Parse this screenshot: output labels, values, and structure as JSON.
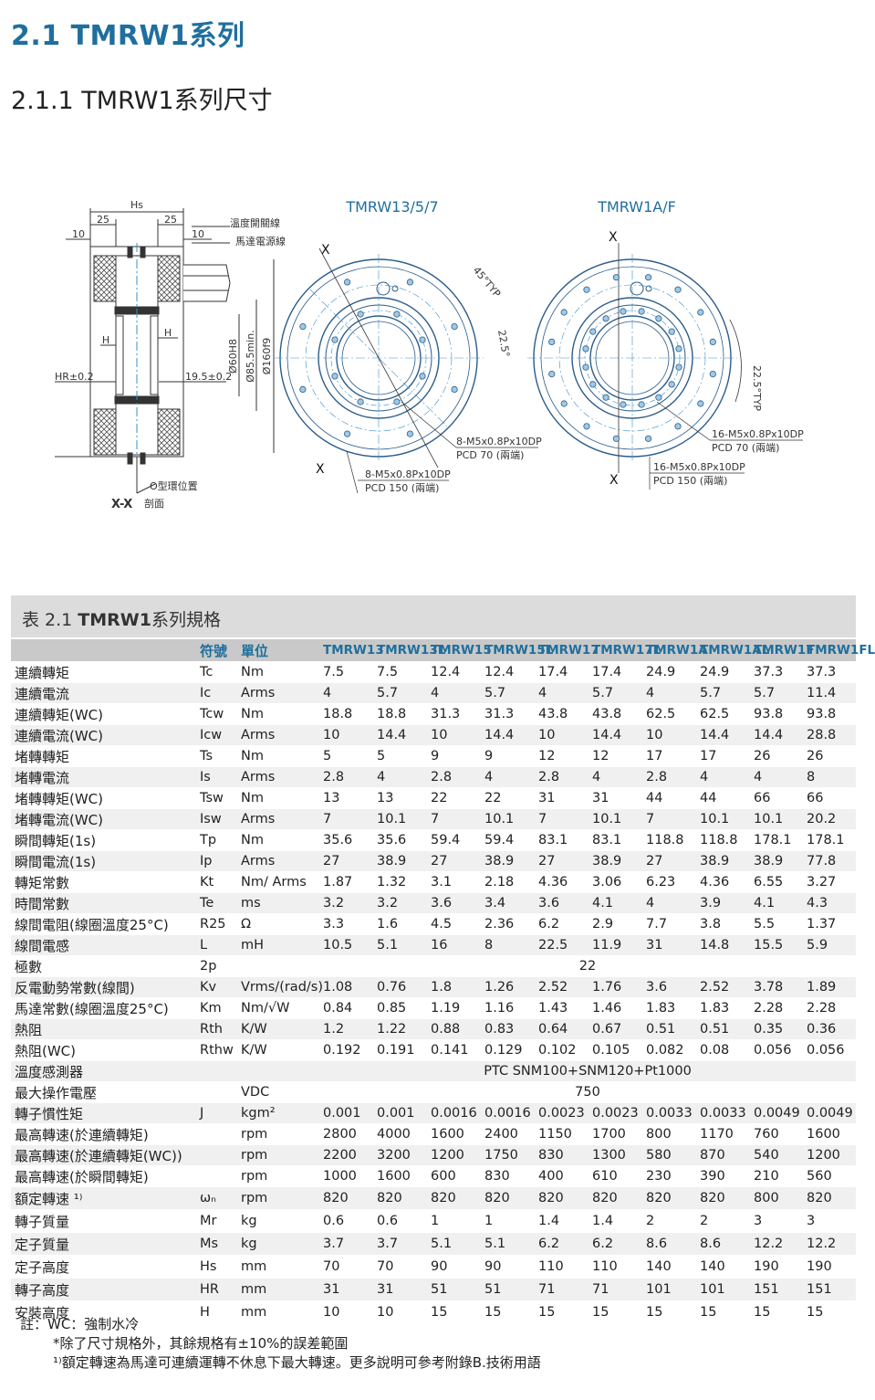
{
  "titles": {
    "section": "2.1  TMRW1系列",
    "subsection": "2.1.1 TMRW1系列尺寸"
  },
  "drawing": {
    "section_view": {
      "hs_label": "Hs",
      "dim_25_left": "25",
      "dim_25_right": "25",
      "dim_10_left": "10",
      "dim_10_right": "10",
      "thermal_wire": "溫度開關線",
      "power_wire": "馬達電源線",
      "h_left": "H",
      "h_right": "H",
      "hr_label": "HR±0.2",
      "dim_195": "19.5±0.2",
      "dia_60": "Ø60H8",
      "dia_855": "Ø85.5min.",
      "dia_160": "Ø160f9",
      "oring": "O型環位置",
      "section_label": "X-X",
      "section_sub": "剖面"
    },
    "view1": {
      "title": "TMRW13/5/7",
      "angle1": "45°TYP",
      "angle2": "22.5°",
      "x_top": "X",
      "x_bottom": "X",
      "callout_inner_1": "8-M5x0.8Px10DP",
      "callout_inner_2": "PCD 70 (兩端)",
      "callout_outer_1": "8-M5x0.8Px10DP",
      "callout_outer_2": "PCD 150 (兩端)"
    },
    "view2": {
      "title": "TMRW1A/F",
      "angle": "22.5°TYP",
      "x_top": "X",
      "x_bottom": "X",
      "callout_inner_1": "16-M5x0.8Px10DP",
      "callout_inner_2": "PCD 70 (兩端)",
      "callout_outer_1": "16-M5x0.8Px10DP",
      "callout_outer_2": "PCD 150 (兩端)"
    }
  },
  "table": {
    "caption_prefix": "表 2.1 ",
    "caption_bold": "TMRW1",
    "caption_suffix": "系列規格",
    "head_symbol": "符號",
    "head_unit": "單位",
    "models": [
      "TMRW13",
      "TMRW13L",
      "TMRW15",
      "TMRW15L",
      "TMRW17",
      "TMRW17L",
      "TMRW1A",
      "TMRW1AL",
      "TMRW1F",
      "TMRW1FL"
    ],
    "rows": [
      {
        "name": "連續轉矩",
        "sym": "Tc",
        "unit": "Nm",
        "vals": [
          "7.5",
          "7.5",
          "12.4",
          "12.4",
          "17.4",
          "17.4",
          "24.9",
          "24.9",
          "37.3",
          "37.3"
        ]
      },
      {
        "name": "連續電流",
        "sym": "Ic",
        "unit": "Arms",
        "vals": [
          "4",
          "5.7",
          "4",
          "5.7",
          "4",
          "5.7",
          "4",
          "5.7",
          "5.7",
          "11.4"
        ]
      },
      {
        "name": "連續轉矩(WC)",
        "sym": "Tcw",
        "unit": "Nm",
        "vals": [
          "18.8",
          "18.8",
          "31.3",
          "31.3",
          "43.8",
          "43.8",
          "62.5",
          "62.5",
          "93.8",
          "93.8"
        ]
      },
      {
        "name": "連續電流(WC)",
        "sym": "Icw",
        "unit": "Arms",
        "vals": [
          "10",
          "14.4",
          "10",
          "14.4",
          "10",
          "14.4",
          "10",
          "14.4",
          "14.4",
          "28.8"
        ]
      },
      {
        "name": "堵轉轉矩",
        "sym": "Ts",
        "unit": "Nm",
        "vals": [
          "5",
          "5",
          "9",
          "9",
          "12",
          "12",
          "17",
          "17",
          "26",
          "26"
        ]
      },
      {
        "name": "堵轉電流",
        "sym": "Is",
        "unit": "Arms",
        "vals": [
          "2.8",
          "4",
          "2.8",
          "4",
          "2.8",
          "4",
          "2.8",
          "4",
          "4",
          "8"
        ]
      },
      {
        "name": "堵轉轉矩(WC)",
        "sym": "Tsw",
        "unit": "Nm",
        "vals": [
          "13",
          "13",
          "22",
          "22",
          "31",
          "31",
          "44",
          "44",
          "66",
          "66"
        ]
      },
      {
        "name": "堵轉電流(WC)",
        "sym": "Isw",
        "unit": "Arms",
        "vals": [
          "7",
          "10.1",
          "7",
          "10.1",
          "7",
          "10.1",
          "7",
          "10.1",
          "10.1",
          "20.2"
        ]
      },
      {
        "name": "瞬間轉矩(1s)",
        "sym": "Tp",
        "unit": "Nm",
        "vals": [
          "35.6",
          "35.6",
          "59.4",
          "59.4",
          "83.1",
          "83.1",
          "118.8",
          "118.8",
          "178.1",
          "178.1"
        ]
      },
      {
        "name": "瞬間電流(1s)",
        "sym": "Ip",
        "unit": "Arms",
        "vals": [
          "27",
          "38.9",
          "27",
          "38.9",
          "27",
          "38.9",
          "27",
          "38.9",
          "38.9",
          "77.8"
        ]
      },
      {
        "name": "轉矩常數",
        "sym": "Kt",
        "unit": "Nm/ Arms",
        "vals": [
          "1.87",
          "1.32",
          "3.1",
          "2.18",
          "4.36",
          "3.06",
          "6.23",
          "4.36",
          "6.55",
          "3.27"
        ]
      },
      {
        "name": "時間常數",
        "sym": "Te",
        "unit": "ms",
        "vals": [
          "3.2",
          "3.2",
          "3.6",
          "3.4",
          "3.6",
          "4.1",
          "4",
          "3.9",
          "4.1",
          "4.3"
        ]
      },
      {
        "name": "線間電阻(線圈溫度25°C)",
        "sym": "R25",
        "unit": "Ω",
        "vals": [
          "3.3",
          "1.6",
          "4.5",
          "2.36",
          "6.2",
          "2.9",
          "7.7",
          "3.8",
          "5.5",
          "1.37"
        ]
      },
      {
        "name": "線間電感",
        "sym": "L",
        "unit": "mH",
        "vals": [
          "10.5",
          "5.1",
          "16",
          "8",
          "22.5",
          "11.9",
          "31",
          "14.8",
          "15.5",
          "5.9"
        ]
      },
      {
        "name": "極數",
        "sym": "2p",
        "unit": "",
        "span": "22"
      },
      {
        "name": "反電動勢常數(線間)",
        "sym": "Kv",
        "unit": "Vrms/(rad/s)",
        "vals": [
          "1.08",
          "0.76",
          "1.8",
          "1.26",
          "2.52",
          "1.76",
          "3.6",
          "2.52",
          "3.78",
          "1.89"
        ]
      },
      {
        "name": "馬達常數(線圈溫度25°C)",
        "sym": "Km",
        "unit": "Nm/√W",
        "vals": [
          "0.84",
          "0.85",
          "1.19",
          "1.16",
          "1.43",
          "1.46",
          "1.83",
          "1.83",
          "2.28",
          "2.28"
        ]
      },
      {
        "name": "熱阻",
        "sym": "Rth",
        "unit": "K/W",
        "vals": [
          "1.2",
          "1.22",
          "0.88",
          "0.83",
          "0.64",
          "0.67",
          "0.51",
          "0.51",
          "0.35",
          "0.36"
        ]
      },
      {
        "name": "熱阻(WC)",
        "sym": "Rthw",
        "unit": "K/W",
        "vals": [
          "0.192",
          "0.191",
          "0.141",
          "0.129",
          "0.102",
          "0.105",
          "0.082",
          "0.08",
          "0.056",
          "0.056"
        ]
      },
      {
        "name": "溫度感測器",
        "sym": "",
        "unit": "",
        "span": "PTC SNM100+SNM120+Pt1000"
      },
      {
        "name": "最大操作電壓",
        "sym": "",
        "unit": "VDC",
        "span": "750"
      },
      {
        "name": "轉子慣性矩",
        "sym": "J",
        "unit": "kgm²",
        "vals": [
          "0.001",
          "0.001",
          "0.0016",
          "0.0016",
          "0.0023",
          "0.0023",
          "0.0033",
          "0.0033",
          "0.0049",
          "0.0049"
        ]
      },
      {
        "name": "最高轉速(於連續轉矩)",
        "sym": "",
        "unit": "rpm",
        "vals": [
          "2800",
          "4000",
          "1600",
          "2400",
          "1150",
          "1700",
          "800",
          "1170",
          "760",
          "1600"
        ]
      },
      {
        "name": "最高轉速(於連續轉矩(WC))",
        "sym": "",
        "unit": "rpm",
        "vals": [
          "2200",
          "3200",
          "1200",
          "1750",
          "830",
          "1300",
          "580",
          "870",
          "540",
          "1200"
        ]
      },
      {
        "name": "最高轉速(於瞬間轉矩)",
        "sym": "",
        "unit": "rpm",
        "vals": [
          "1000",
          "1600",
          "600",
          "830",
          "400",
          "610",
          "230",
          "390",
          "210",
          "560"
        ]
      },
      {
        "name": "額定轉速 ¹⁾",
        "sym": "ωₙ",
        "unit": "rpm",
        "vals": [
          "820",
          "820",
          "820",
          "820",
          "820",
          "820",
          "820",
          "820",
          "800",
          "820"
        ]
      },
      {
        "name": "轉子質量",
        "sym": "Mr",
        "unit": "kg",
        "vals": [
          "0.6",
          "0.6",
          "1",
          "1",
          "1.4",
          "1.4",
          "2",
          "2",
          "3",
          "3"
        ]
      },
      {
        "name": "定子質量",
        "sym": "Ms",
        "unit": "kg",
        "vals": [
          "3.7",
          "3.7",
          "5.1",
          "5.1",
          "6.2",
          "6.2",
          "8.6",
          "8.6",
          "12.2",
          "12.2"
        ]
      },
      {
        "name": "定子高度",
        "sym": "Hs",
        "unit": "mm",
        "vals": [
          "70",
          "70",
          "90",
          "90",
          "110",
          "110",
          "140",
          "140",
          "190",
          "190"
        ]
      },
      {
        "name": "轉子高度",
        "sym": "HR",
        "unit": "mm",
        "vals": [
          "31",
          "31",
          "51",
          "51",
          "71",
          "71",
          "101",
          "101",
          "151",
          "151"
        ]
      },
      {
        "name": "安裝高度",
        "sym": "H",
        "unit": "mm",
        "vals": [
          "10",
          "10",
          "15",
          "15",
          "15",
          "15",
          "15",
          "15",
          "15",
          "15"
        ]
      }
    ]
  },
  "notes": {
    "line1": "註：WC：強制水冷",
    "line2": "*除了尺寸規格外，其餘規格有±10%的誤差範圍",
    "line3": "¹⁾額定轉速為馬達可連續運轉不休息下最大轉速。更多說明可參考附錄B.技術用語"
  },
  "colors": {
    "accent": "#1f6f9e",
    "line": "#2c5d8a",
    "center": "#3b8fc7",
    "table_header": "#c9c9c9"
  }
}
